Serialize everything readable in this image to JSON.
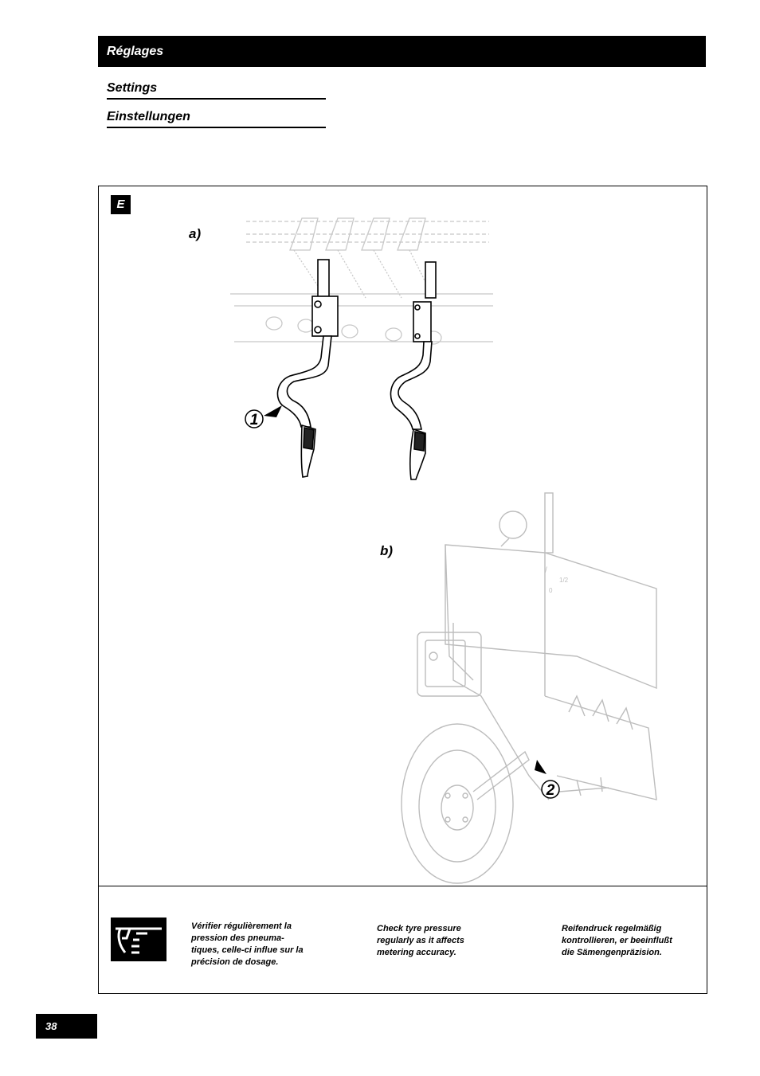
{
  "header": {
    "title": "Réglages"
  },
  "subtitles": {
    "settings": "Settings",
    "einstellungen": "Einstellungen"
  },
  "figure": {
    "section_badge": "E",
    "label_a": "a)",
    "label_b": "b)",
    "callout_1": "1",
    "callout_2": "2"
  },
  "note": {
    "icon": "hand-pointing-icon",
    "fr": "Vérifier régulièrement la\npression des pneuma-\ntiques, celle-ci influe sur la\nprécision de dosage.",
    "en": "Check tyre pressure\nregularly as it affects\nmetering accuracy.",
    "de": "Reifendruck regelmäßig\nkontrollieren, er beeinflußt\ndie Sämengenpräzision."
  },
  "page_number": "38"
}
